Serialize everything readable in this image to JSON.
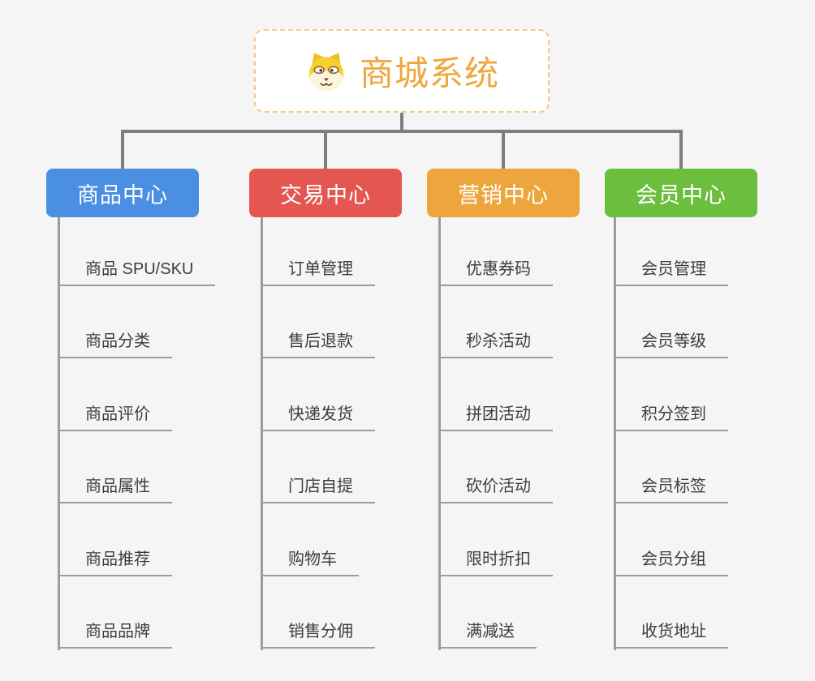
{
  "background_color": "#f5f5f5",
  "connector_color": "#7e7e7e",
  "spine_color": "#9c9c9c",
  "root": {
    "title": "商城系统",
    "icon": "dog-face-icon",
    "text_color": "#f0a73e",
    "border_color": "#f3c886",
    "fill_color": "#ffffff"
  },
  "branches": [
    {
      "label": "商品中心",
      "color": "#4a8fe2",
      "children": [
        "商品 SPU/SKU",
        "商品分类",
        "商品评价",
        "商品属性",
        "商品推荐",
        "商品品牌"
      ]
    },
    {
      "label": "交易中心",
      "color": "#e45751",
      "children": [
        "订单管理",
        "售后退款",
        "快递发货",
        "门店自提",
        "购物车",
        "销售分佣"
      ]
    },
    {
      "label": "营销中心",
      "color": "#eda63d",
      "children": [
        "优惠券码",
        "秒杀活动",
        "拼团活动",
        "砍价活动",
        "限时折扣",
        "满减送"
      ]
    },
    {
      "label": "会员中心",
      "color": "#6cbe3f",
      "children": [
        "会员管理",
        "会员等级",
        "积分签到",
        "会员标签",
        "会员分组",
        "收货地址"
      ]
    }
  ]
}
